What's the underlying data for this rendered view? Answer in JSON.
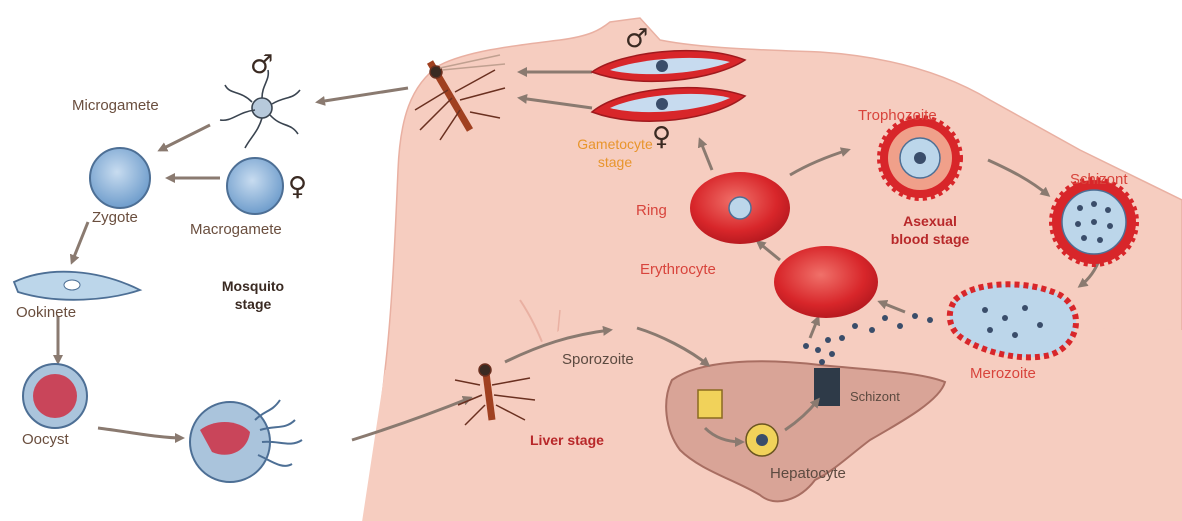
{
  "colors": {
    "body_skin": "#f6cdc0",
    "skin_outline": "#e9b0a2",
    "arrow": "#8a7a70",
    "rbc": "#d8262a",
    "parasite_blue": "#5d8fc4",
    "liver": "#d9a497",
    "label_red": "#d8443c",
    "label_orange": "#e8952c"
  },
  "symbols": {
    "male": "♂",
    "female": "♀"
  },
  "mosquito_stage": {
    "microgamete": "Microgamete",
    "zygote": "Zygote",
    "macrogamete": "Macrogamete",
    "ookinete": "Ookinete",
    "oocyst": "Oocyst",
    "stage_line1": "Mosquito",
    "stage_line2": "stage"
  },
  "blood_stage": {
    "gametocyte_line1": "Gametocyte",
    "gametocyte_line2": "stage",
    "ring": "Ring",
    "trophozoite": "Trophozoite",
    "schizont": "Schizont",
    "merozoite": "Merozoite",
    "erythrocyte": "Erythrocyte",
    "stage_line1": "Asexual",
    "stage_line2": "blood stage"
  },
  "liver_stage": {
    "sporozoite": "Sporozoite",
    "stage": "Liver stage",
    "hepatocyte": "Hepatocyte",
    "schizont": "Schizont"
  },
  "icons": [
    "mosquito-icon",
    "microgamete-icon",
    "zygote-icon",
    "macrogamete-icon",
    "ookinete-icon",
    "oocyst-icon",
    "ruptured-oocyst-icon",
    "gametocyte-cell-icon",
    "red-blood-cell-icon",
    "liver-icon"
  ]
}
